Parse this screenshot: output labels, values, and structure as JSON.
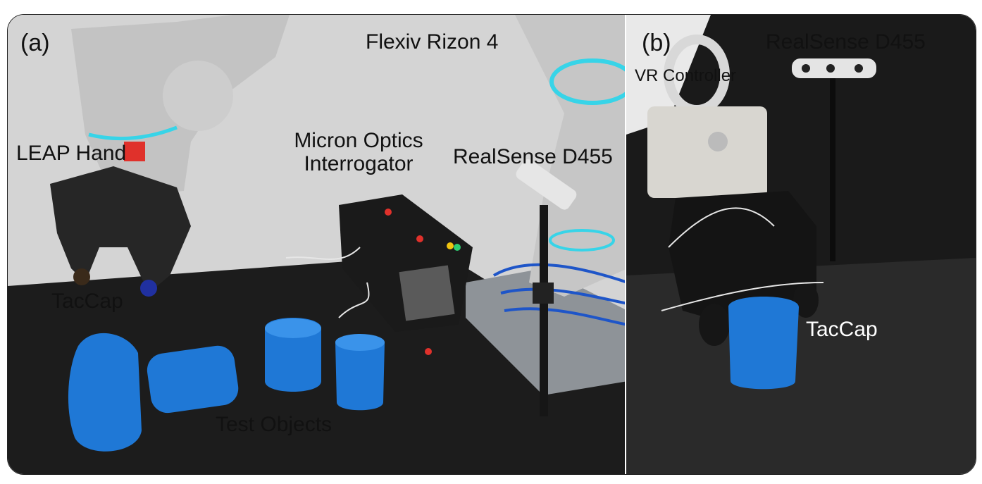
{
  "panel_a": {
    "tag": "(a)",
    "labels": {
      "robot": "Flexiv Rizon 4",
      "hand": "LEAP Hand",
      "interrogator_line1": "Micron Optics",
      "interrogator_line2": "Interrogator",
      "camera": "RealSense D455",
      "taccap": "TacCap",
      "objects": "Test Objects"
    }
  },
  "panel_b": {
    "tag": "(b)",
    "labels": {
      "camera": "RealSense D455",
      "controller": "VR Controller",
      "taccap": "TacCap"
    }
  },
  "colors": {
    "object_blue": "#1f78d6",
    "robot_grey": "#c4c4c4",
    "table_black": "#1a1a1a",
    "accent_cyan": "#37d4e8",
    "marker_red": "#e0312b"
  }
}
